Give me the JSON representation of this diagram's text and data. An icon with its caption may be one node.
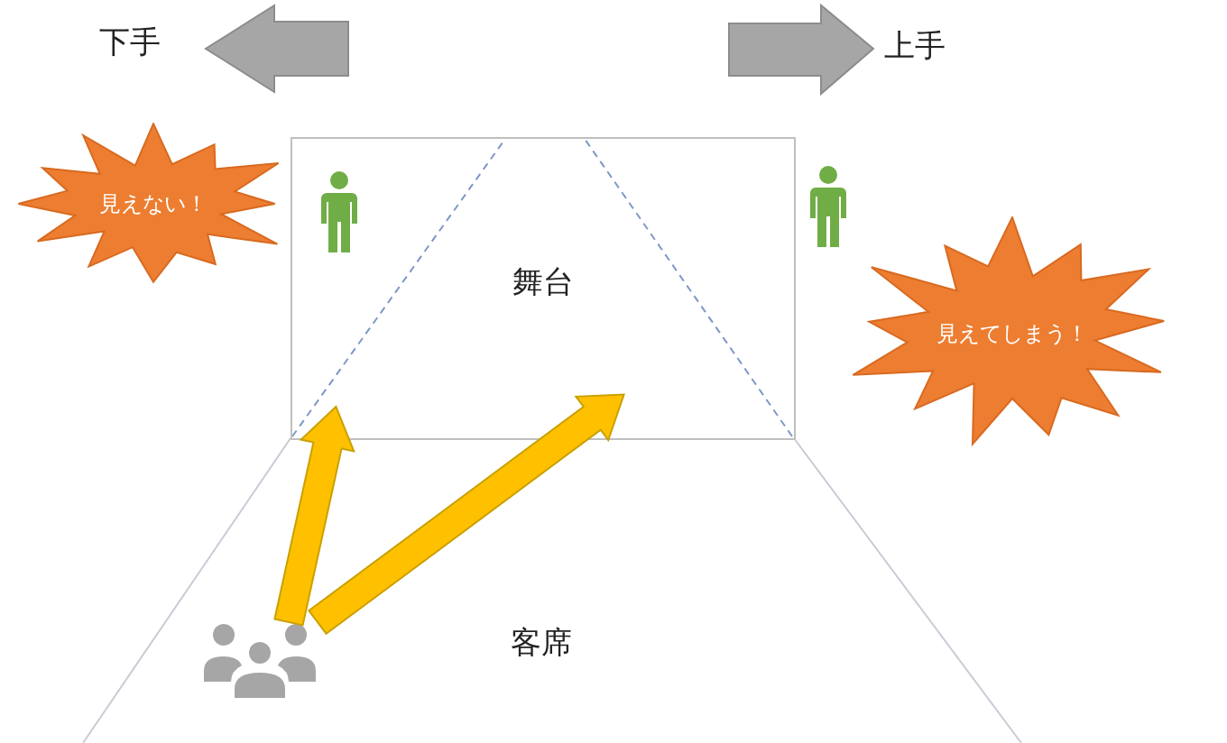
{
  "diagram": {
    "nodes": [
      {
        "text": [
          "舞台"
        ]
      },
      {
        "text": [
          "見えない！"
        ]
      },
      {
        "text": [
          "見えてしまう！"
        ]
      },
      {
        "text": [],
        "shape": "person"
      }
    ],
    "edges": [
      {
        "from": 3,
        "to": 0,
        "arrow": "to"
      },
      {
        "from": 3,
        "to": 0,
        "arrow": "to"
      }
    ],
    "labels": [
      "下手",
      "上手",
      "客席"
    ]
  }
}
